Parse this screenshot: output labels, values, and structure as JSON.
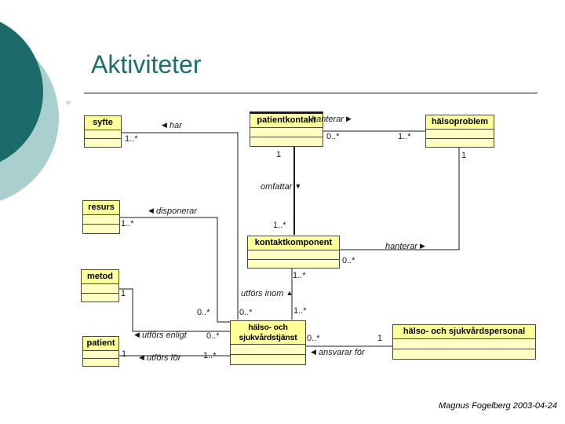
{
  "slide": {
    "title": "Aktiviteter",
    "footer": "Magnus Fogelberg 2003-04-24"
  },
  "colors": {
    "title_text": "#1e6d6d",
    "circle_dark": "#1d6a6a",
    "circle_light": "#a9cfcf",
    "box_header_fill": "#ffff99",
    "box_body_fill": "#ffffc4",
    "box_border": "#4a4a38",
    "line": "#1a1a1a"
  },
  "diagram": {
    "classes": [
      {
        "name": "syfte"
      },
      {
        "name": "patientkontakt"
      },
      {
        "name": "hälsoproblem"
      },
      {
        "name": "resurs"
      },
      {
        "name": "kontaktkomponent"
      },
      {
        "name": "metod"
      },
      {
        "name": "patient"
      },
      {
        "name": "hälso- och sjukvårdstjänst"
      },
      {
        "name": "hälso- och sjukvårdspersonal"
      }
    ],
    "associations": [
      {
        "text": "har",
        "arrow": "◀",
        "m1": "1..*",
        "m2": "0..*"
      },
      {
        "text": "hanterar",
        "arrow": "▶",
        "m1": "0..*",
        "m2": "1..*"
      },
      {
        "text": "omfattar",
        "arrow": "▼",
        "m1": "1",
        "m2": "1..*"
      },
      {
        "text": "hanterar",
        "arrow": "▶",
        "m1": "0..*",
        "m2": "1"
      },
      {
        "text": "disponerar",
        "arrow": "◀",
        "m1": "1..*",
        "m2": "0..*"
      },
      {
        "text": "utförs inom",
        "arrow": "▲",
        "m1": "1..*",
        "m2": "1..*"
      },
      {
        "text": "utförs enligt",
        "arrow": "◀",
        "m1": "1",
        "m2": "0..*"
      },
      {
        "text": "utförs för",
        "arrow": "◀",
        "m1": "1",
        "m2": "1..*"
      },
      {
        "text": "ansvarar för",
        "arrow": "◀",
        "m1": "0..*",
        "m2": "1"
      }
    ]
  }
}
